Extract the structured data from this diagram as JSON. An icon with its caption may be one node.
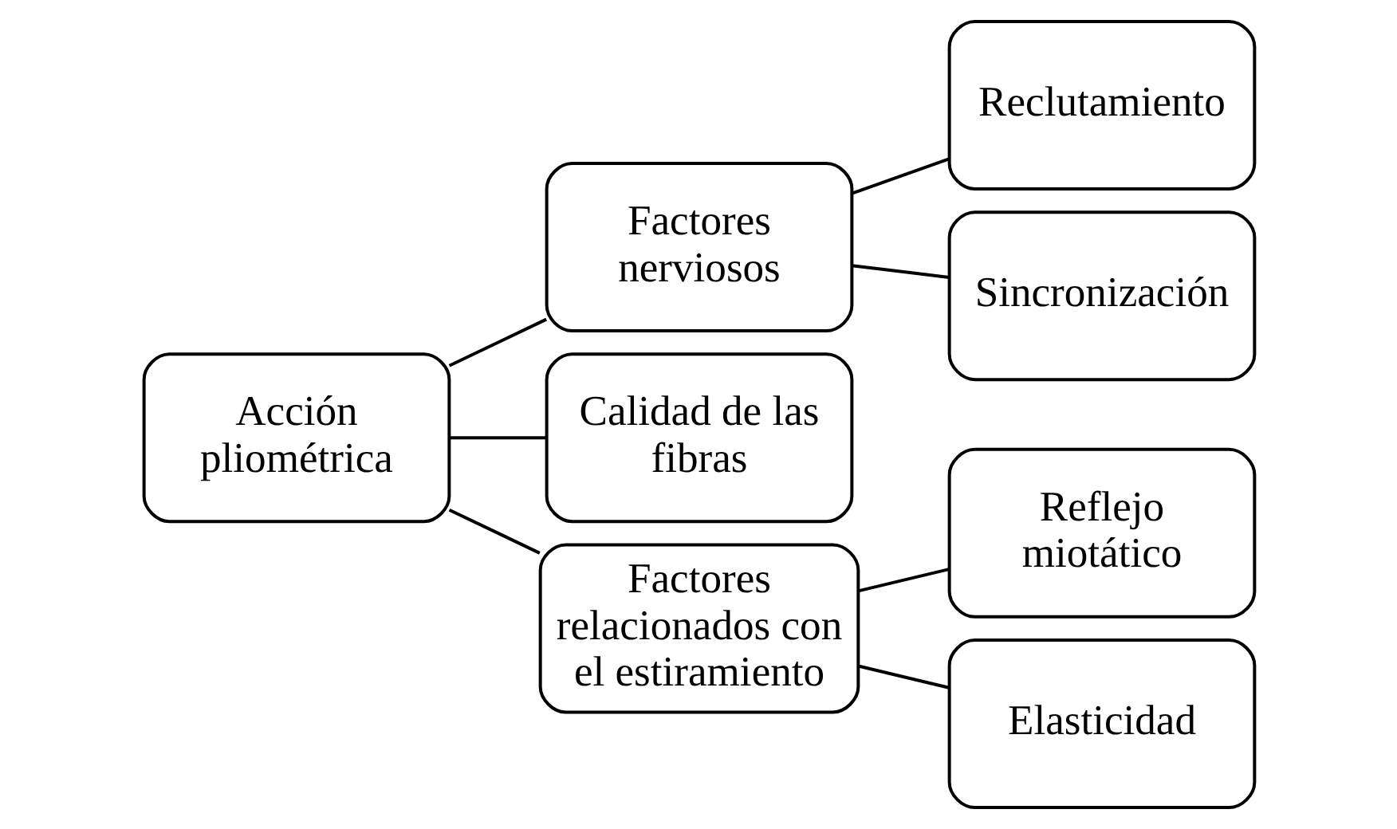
{
  "diagram": {
    "nodes": [
      {
        "text": [
          "Acción pliométrica"
        ]
      },
      {
        "text": [
          "Factores nerviosos"
        ]
      },
      {
        "text": [
          "Calidad de las fibras"
        ]
      },
      {
        "text": [
          "Factores relacionados con el estiramiento"
        ]
      },
      {
        "text": [
          "Reclutamiento"
        ]
      },
      {
        "text": [
          "Sincronización"
        ]
      },
      {
        "text": [
          "Reflejo miotático"
        ]
      },
      {
        "text": [
          "Elasticidad"
        ]
      }
    ],
    "edges": [
      {
        "from": 0,
        "to": 1,
        "arrow": "none"
      },
      {
        "from": 0,
        "to": 2,
        "arrow": "none"
      },
      {
        "from": 0,
        "to": 3,
        "arrow": "none"
      },
      {
        "from": 1,
        "to": 4,
        "arrow": "none"
      },
      {
        "from": 1,
        "to": 5,
        "arrow": "none"
      },
      {
        "from": 3,
        "to": 6,
        "arrow": "none"
      },
      {
        "from": 3,
        "to": 7,
        "arrow": "none"
      }
    ]
  }
}
